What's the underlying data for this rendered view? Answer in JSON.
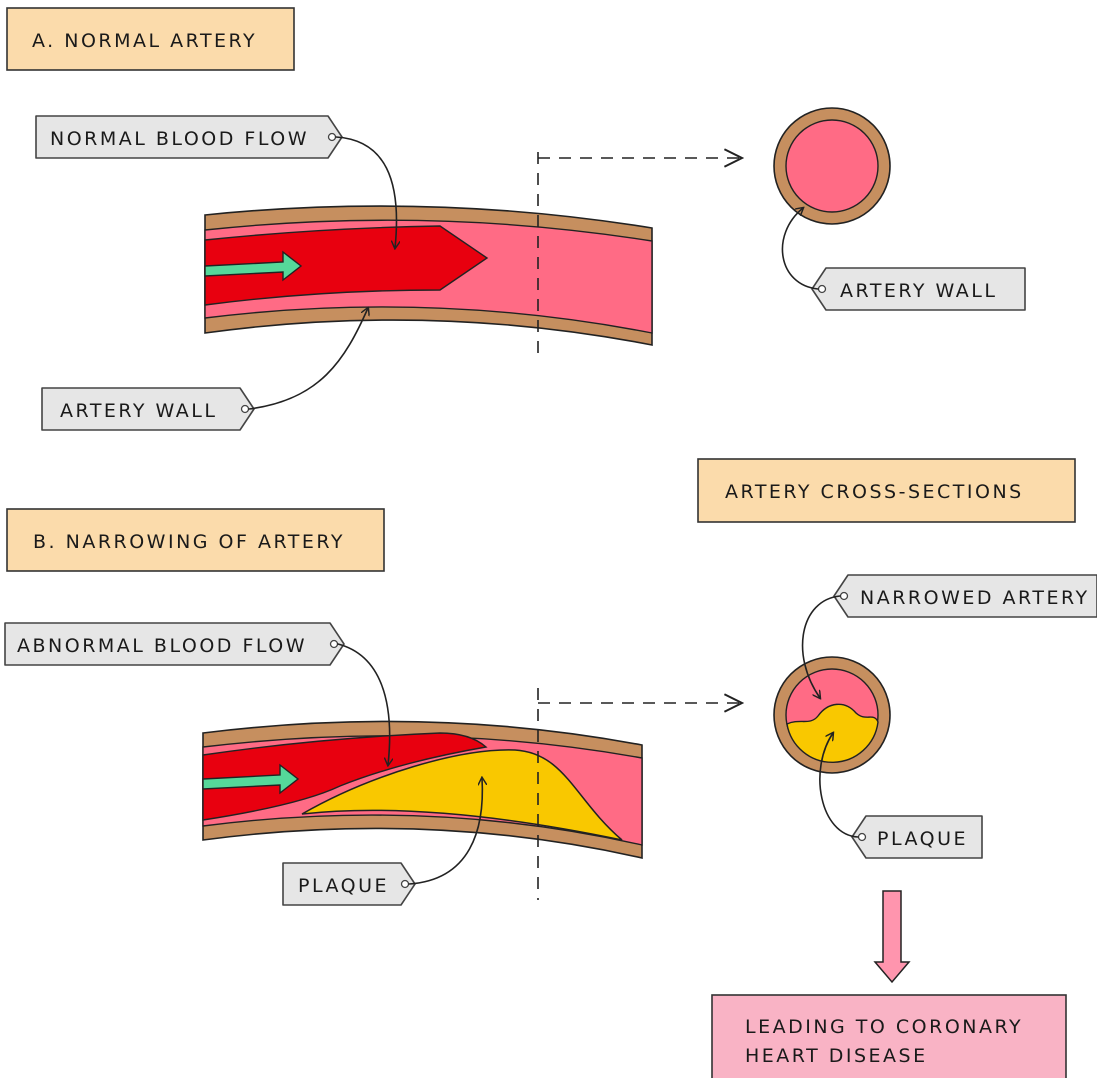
{
  "colors": {
    "title_box": "#fbdbab",
    "disease_box": "#f9b3c5",
    "label_tag": "#e6e6e6",
    "artery_wall": "#c68f5f",
    "lumen": "#ff6b85",
    "blood_flow": "#e8000f",
    "plaque": "#f9c800",
    "flow_arrow": "#55d89a",
    "down_arrow": "#ff95ae"
  },
  "panel_a": {
    "title": "A. NORMAL  ARTERY",
    "flow_label": "NORMAL  BLOOD  FLOW",
    "wall_label": "ARTERY  WALL"
  },
  "cross_section_a": {
    "wall_label": "ARTERY  WALL"
  },
  "cross_sections_title": "ARTERY  CROSS-SECTIONS",
  "panel_b": {
    "title": "B.  NARROWING  OF  ARTERY",
    "flow_label": "ABNORMAL  BLOOD  FLOW",
    "plaque_label": "PLAQUE"
  },
  "cross_section_b": {
    "narrowed_label": "NARROWED  ARTERY",
    "plaque_label": "PLAQUE"
  },
  "outcome": {
    "line1": "LEADING  TO  CORONARY",
    "line2": "HEART  DISEASE"
  }
}
